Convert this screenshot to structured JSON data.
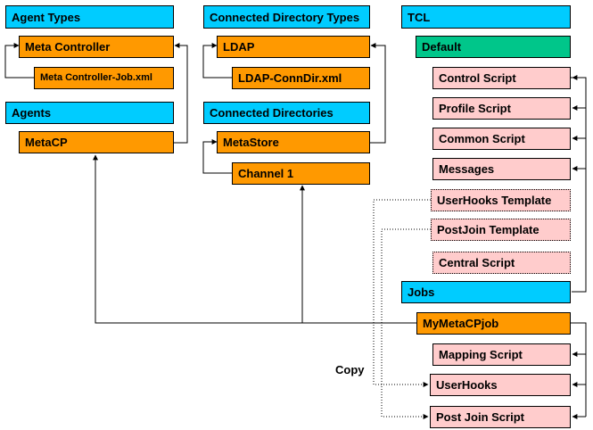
{
  "columns": {
    "agent": {
      "agent_types": "Agent Types",
      "meta_controller": "Meta Controller",
      "meta_controller_job": "Meta Controller-Job.xml",
      "agents": "Agents",
      "metacp": "MetaCP"
    },
    "directory": {
      "connected_directory_types": "Connected Directory Types",
      "ldap": "LDAP",
      "ldap_conndir": "LDAP-ConnDir.xml",
      "connected_directories": "Connected Directories",
      "metastore": "MetaStore",
      "channel_1": "Channel 1"
    },
    "tcl": {
      "tcl": "TCL",
      "default": "Default",
      "control_script": "Control Script",
      "profile_script": "Profile Script",
      "common_script": "Common Script",
      "messages": "Messages",
      "userhooks_template": "UserHooks Template",
      "postjoin_template": "PostJoin Template",
      "central_script": "Central Script",
      "jobs": "Jobs",
      "mymetacpjob": "MyMetaCPjob",
      "mapping_script": "Mapping Script",
      "userhooks": "UserHooks",
      "post_join_script": "Post Join Script"
    }
  },
  "copy_label": "Copy",
  "colors": {
    "container": "#00ccff",
    "object": "#ff9900",
    "default": "#00c68a",
    "script": "#ffcccc",
    "line": "#000000"
  }
}
